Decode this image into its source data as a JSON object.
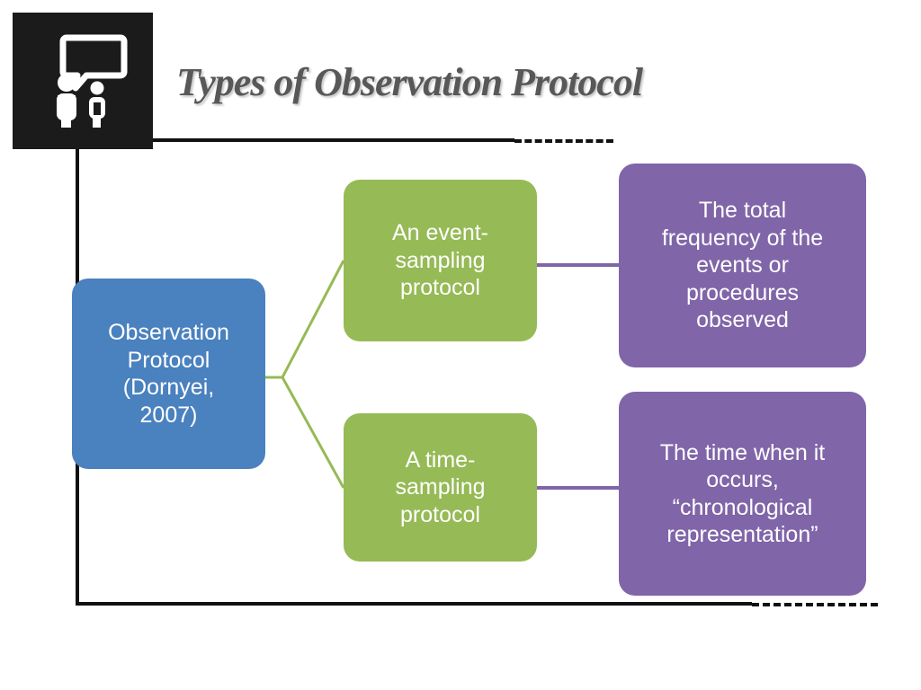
{
  "slide": {
    "title": "Types of Observation Protocol",
    "icon": {
      "name": "two-people-speech-bubble-icon",
      "background_color": "#1b1b1b",
      "glyph_color": "#ffffff"
    },
    "colors": {
      "root_box": "#4a81bf",
      "branch_box": "#96ba56",
      "detail_box": "#8065a8",
      "branch_connector": "#96ba56",
      "detail_connector": "#8065a8",
      "frame_line": "#111111",
      "title_text": "#585858",
      "box_text": "#ffffff"
    }
  },
  "diagram": {
    "root": {
      "label": "Observation\nProtocol\n(Dornyei,\n2007)"
    },
    "branches": [
      {
        "label": "An event-\nsampling\nprotocol",
        "detail": "The total\nfrequency of the\nevents or\nprocedures\nobserved"
      },
      {
        "label": "A time-\nsampling\nprotocol",
        "detail": "The  time when it\noccurs,\n“chronological\nrepresentation”"
      }
    ]
  }
}
